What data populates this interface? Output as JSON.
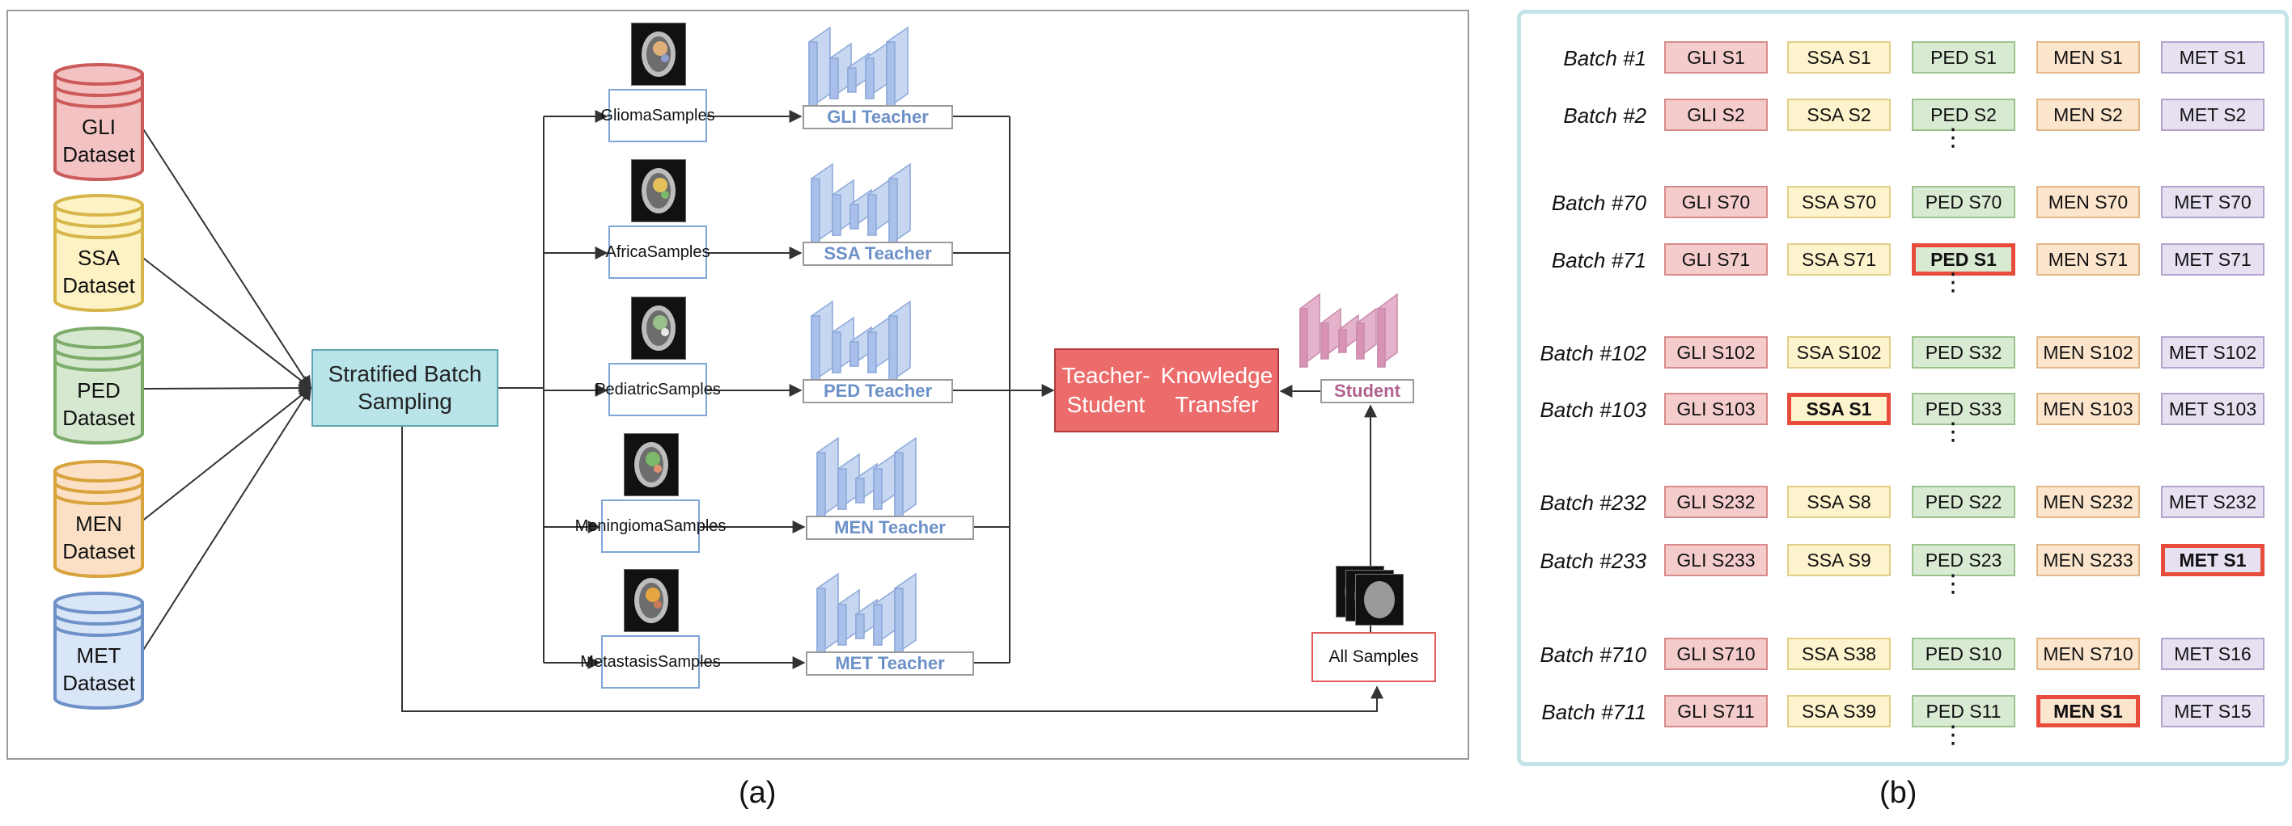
{
  "panel_a": {
    "caption": "(a)",
    "datasets": [
      {
        "line1": "GLI",
        "line2": "Dataset",
        "fill": "#f3c3c3",
        "stroke": "#cc5a5a"
      },
      {
        "line1": "SSA",
        "line2": "Dataset",
        "fill": "#fdf2c4",
        "stroke": "#d6b64a"
      },
      {
        "line1": "PED",
        "line2": "Dataset",
        "fill": "#d6e8d0",
        "stroke": "#7cab6a"
      },
      {
        "line1": "MEN",
        "line2": "Dataset",
        "fill": "#fbe0c6",
        "stroke": "#d8a23c"
      },
      {
        "line1": "MET",
        "line2": "Dataset",
        "fill": "#d9e6f7",
        "stroke": "#6e91c8"
      }
    ],
    "sampler": {
      "label": "Stratified Batch Sampling",
      "fill": "#b9e4ea",
      "stroke": "#5fa7b3"
    },
    "samples": [
      {
        "line1": "Glioma",
        "line2": "Samples"
      },
      {
        "line1": "Africa",
        "line2": "Samples"
      },
      {
        "line1": "Pediatric",
        "line2": "Samples"
      },
      {
        "line1": "Meningioma",
        "line2": "Samples"
      },
      {
        "line1": "Metastasis",
        "line2": "Samples"
      }
    ],
    "teachers": [
      "GLI Teacher",
      "SSA Teacher",
      "PED Teacher",
      "MEN Teacher",
      "MET Teacher"
    ],
    "teacher_color": "#c7d7f2",
    "transfer": {
      "line1": "Teacher-Student",
      "line2": "Knowledge Transfer",
      "fill": "#ec6b6b",
      "stroke": "#b23b3b"
    },
    "student": {
      "label": "Student",
      "color": "#e4b3cb"
    },
    "all_samples": {
      "label": "All Samples",
      "border": "#e05a5a"
    }
  },
  "panel_b": {
    "caption": "(b)",
    "colors": {
      "GLI": {
        "fill": "#f4cccc",
        "stroke": "#d98b8b"
      },
      "SSA": {
        "fill": "#fdf3cc",
        "stroke": "#e2cf8a"
      },
      "PED": {
        "fill": "#d9ead3",
        "stroke": "#9cc38e"
      },
      "MEN": {
        "fill": "#fce5cd",
        "stroke": "#e4b888"
      },
      "MET": {
        "fill": "#e6e0f0",
        "stroke": "#b3a4cf"
      }
    },
    "rows": [
      {
        "label": "Batch #1",
        "cells": [
          "GLI S1",
          "SSA S1",
          "PED S1",
          "MEN S1",
          "MET S1"
        ],
        "highlight": -1
      },
      {
        "label": "Batch #2",
        "cells": [
          "GLI S2",
          "SSA S2",
          "PED S2",
          "MEN S2",
          "MET S2"
        ],
        "highlight": -1
      },
      {
        "label": "Batch #70",
        "cells": [
          "GLI S70",
          "SSA S70",
          "PED S70",
          "MEN S70",
          "MET S70"
        ],
        "highlight": -1
      },
      {
        "label": "Batch #71",
        "cells": [
          "GLI S71",
          "SSA S71",
          "PED S1",
          "MEN S71",
          "MET S71"
        ],
        "highlight": 2
      },
      {
        "label": "Batch #102",
        "cells": [
          "GLI S102",
          "SSA S102",
          "PED S32",
          "MEN S102",
          "MET S102"
        ],
        "highlight": -1
      },
      {
        "label": "Batch #103",
        "cells": [
          "GLI S103",
          "SSA S1",
          "PED S33",
          "MEN S103",
          "MET S103"
        ],
        "highlight": 1
      },
      {
        "label": "Batch #232",
        "cells": [
          "GLI S232",
          "SSA S8",
          "PED S22",
          "MEN S232",
          "MET S232"
        ],
        "highlight": -1
      },
      {
        "label": "Batch #233",
        "cells": [
          "GLI S233",
          "SSA S9",
          "PED S23",
          "MEN S233",
          "MET S1"
        ],
        "highlight": 4
      },
      {
        "label": "Batch #710",
        "cells": [
          "GLI S710",
          "SSA S38",
          "PED S10",
          "MEN S710",
          "MET S16"
        ],
        "highlight": -1
      },
      {
        "label": "Batch #711",
        "cells": [
          "GLI S711",
          "SSA S39",
          "PED S11",
          "MEN S1",
          "MET S15"
        ],
        "highlight": 3
      }
    ],
    "ellipsis": "⋮"
  }
}
